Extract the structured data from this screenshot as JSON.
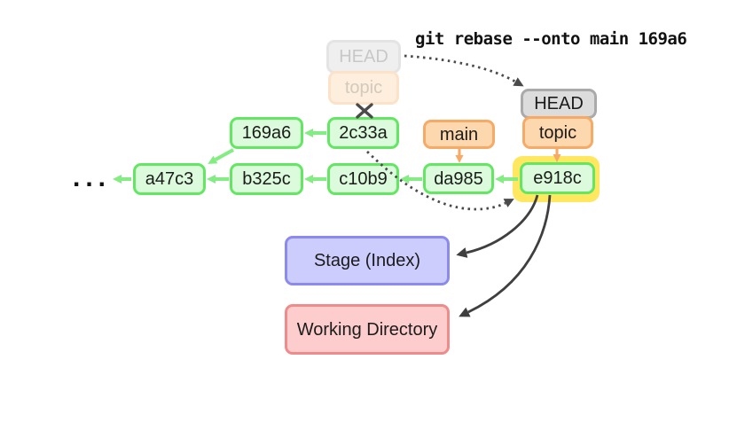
{
  "command": "git rebase --onto main 169a6",
  "old_pointer": {
    "head": "HEAD",
    "branch": "topic"
  },
  "new_pointer": {
    "head": "HEAD",
    "branch": "topic"
  },
  "main_ref": "main",
  "graph": {
    "ellipsis": "...",
    "commits": [
      {
        "label": "169a6"
      },
      {
        "label": "2c33a"
      },
      {
        "label": "a47c3"
      },
      {
        "label": "b325c"
      },
      {
        "label": "c10b9"
      },
      {
        "label": "da985"
      },
      {
        "label": "e918c"
      }
    ]
  },
  "areas": {
    "stage": "Stage (Index)",
    "working_directory": "Working Directory"
  },
  "colors": {
    "commit_fill": "#dcfbdc",
    "commit_border": "#63e763",
    "ref_fill": "#fdd8ae",
    "ref_border": "#f6aa66",
    "head_fill": "#dcdcdc",
    "head_border": "#aaaaaa",
    "highlight_yellow": "#ffe760",
    "stage_fill": "#ccccfd",
    "stage_border": "#8b8bef",
    "working_dir_fill": "#fdcccc",
    "working_dir_border": "#ef8b8b",
    "green_arrow": "#83ec83",
    "orange_arrow": "#f6aa66",
    "dark_arrow": "#3f3f3f",
    "dashed_arrow": "#4a4a4a"
  }
}
